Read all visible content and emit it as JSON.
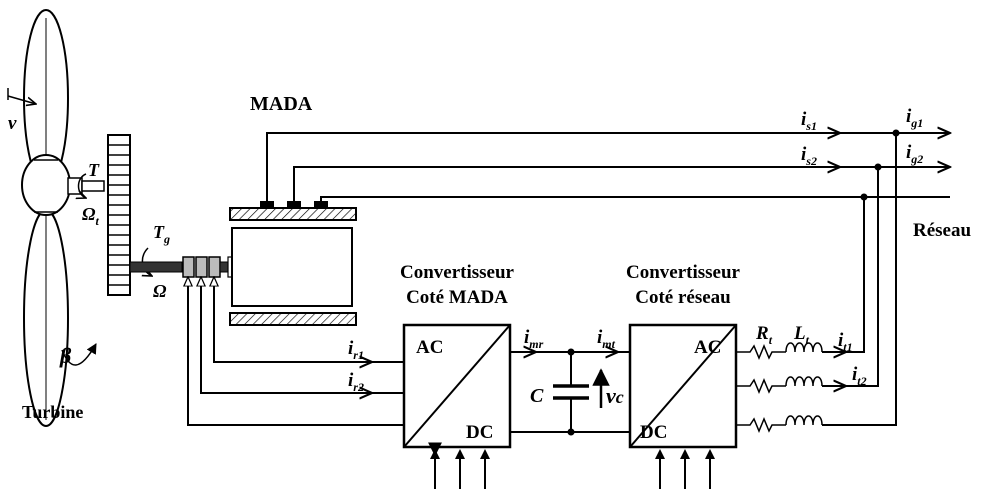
{
  "labels": {
    "mada": "MADA",
    "turbine": "Turbine",
    "reseau": "Réseau",
    "conv_mada_line1": "Convertisseur",
    "conv_mada_line2": "Coté MADA",
    "conv_reseau_line1": "Convertisseur",
    "conv_reseau_line2": "Coté réseau",
    "conv_mada_ac": "AC",
    "conv_mada_dc": "DC",
    "conv_reseau_ac": "AC",
    "conv_reseau_dc": "DC",
    "capacitor": "C",
    "beta": "β"
  },
  "symbols": {
    "v": {
      "base": "v",
      "sub": ""
    },
    "T": {
      "base": "T",
      "sub": ""
    },
    "omega_t": {
      "base": "Ω",
      "sub": "t"
    },
    "Tg": {
      "base": "T",
      "sub": "g"
    },
    "Omega": {
      "base": "Ω",
      "sub": ""
    },
    "is1": {
      "base": "i",
      "sub": "s1"
    },
    "is2": {
      "base": "i",
      "sub": "s2"
    },
    "ig1": {
      "base": "i",
      "sub": "g1"
    },
    "ig2": {
      "base": "i",
      "sub": "g2"
    },
    "ir1": {
      "base": "i",
      "sub": "r1"
    },
    "ir2": {
      "base": "i",
      "sub": "r2"
    },
    "imr": {
      "base": "i",
      "sub": "mr"
    },
    "imt": {
      "base": "i",
      "sub": "mt"
    },
    "vc": {
      "base": "v",
      "sub": "c"
    },
    "Rt": {
      "base": "R",
      "sub": "t"
    },
    "Lt": {
      "base": "L",
      "sub": "t"
    },
    "it1": {
      "base": "i",
      "sub": "t1"
    },
    "it2": {
      "base": "i",
      "sub": "t2"
    }
  }
}
